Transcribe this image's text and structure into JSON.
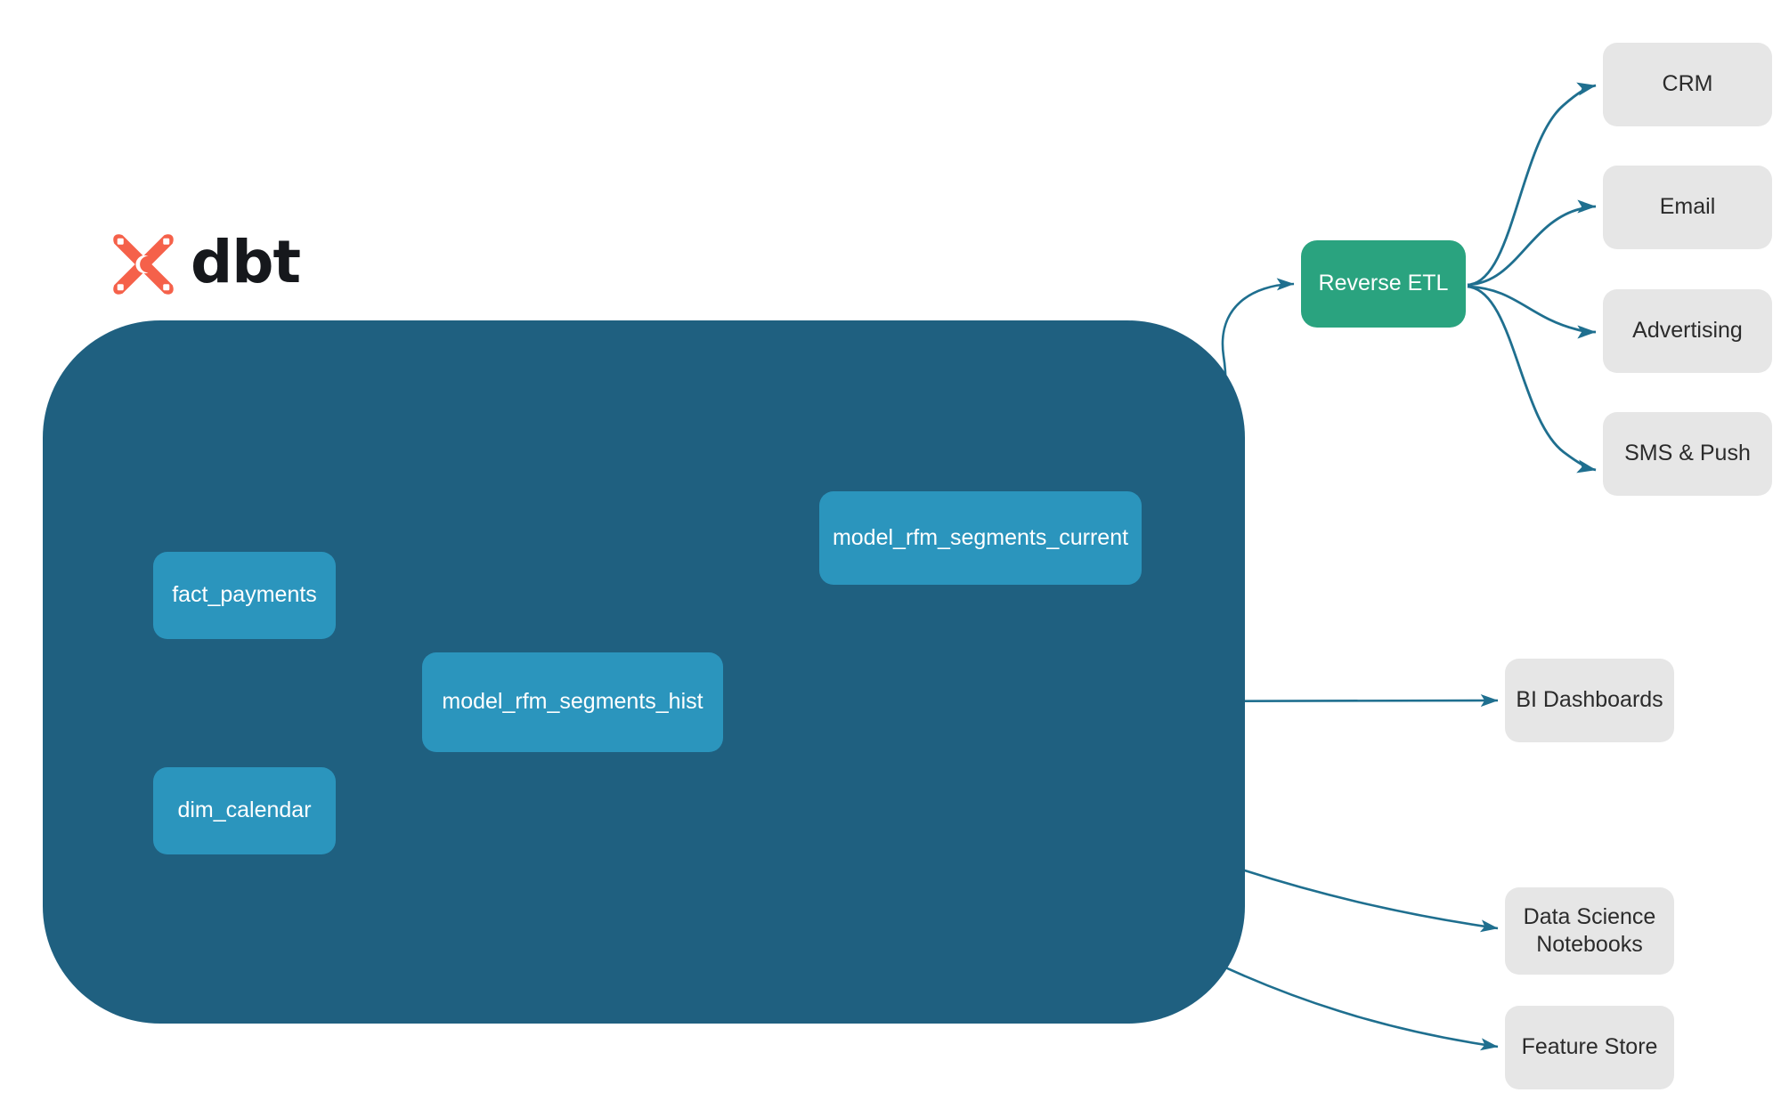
{
  "brand": {
    "logo_icon": "dbt-x-logo-icon",
    "wordmark": "dbt",
    "logo_color": "#f5614a",
    "container_color": "#1f6080",
    "model_node_color": "#2b95bd",
    "reverse_etl_color": "#2aa37f",
    "destination_color": "#e6e6e6",
    "edge_color": "#1f6f8f"
  },
  "warehouse": {
    "name": "dbt-project-container",
    "models": [
      {
        "id": "fact_payments",
        "label": "fact_payments"
      },
      {
        "id": "dim_calendar",
        "label": "dim_calendar"
      },
      {
        "id": "model_rfm_segments_hist",
        "label": "model_rfm_segments_hist"
      },
      {
        "id": "model_rfm_segments_current",
        "label": "model_rfm_segments_current"
      }
    ]
  },
  "activation": {
    "reverse_etl": {
      "id": "reverse_etl",
      "label": "Reverse ETL"
    },
    "channels": [
      {
        "id": "crm",
        "label": "CRM"
      },
      {
        "id": "email",
        "label": "Email"
      },
      {
        "id": "advertising",
        "label": "Advertising"
      },
      {
        "id": "sms_push",
        "label": "SMS & Push"
      }
    ]
  },
  "consumers": [
    {
      "id": "bi_dashboards",
      "label": "BI Dashboards"
    },
    {
      "id": "data_science_notebooks",
      "label": "Data Science",
      "label_line2": "Notebooks"
    },
    {
      "id": "feature_store",
      "label": "Feature Store"
    }
  ],
  "edges": [
    {
      "from": "fact_payments",
      "to": "model_rfm_segments_hist"
    },
    {
      "from": "dim_calendar",
      "to": "model_rfm_segments_hist"
    },
    {
      "from": "model_rfm_segments_hist",
      "to": "model_rfm_segments_current"
    },
    {
      "from": "model_rfm_segments_current",
      "to": "reverse_etl"
    },
    {
      "from": "model_rfm_segments_hist",
      "to": "bi_dashboards"
    },
    {
      "from": "model_rfm_segments_hist",
      "to": "data_science_notebooks"
    },
    {
      "from": "model_rfm_segments_hist",
      "to": "feature_store"
    },
    {
      "from": "reverse_etl",
      "to": "crm"
    },
    {
      "from": "reverse_etl",
      "to": "email"
    },
    {
      "from": "reverse_etl",
      "to": "advertising"
    },
    {
      "from": "reverse_etl",
      "to": "sms_push"
    }
  ]
}
